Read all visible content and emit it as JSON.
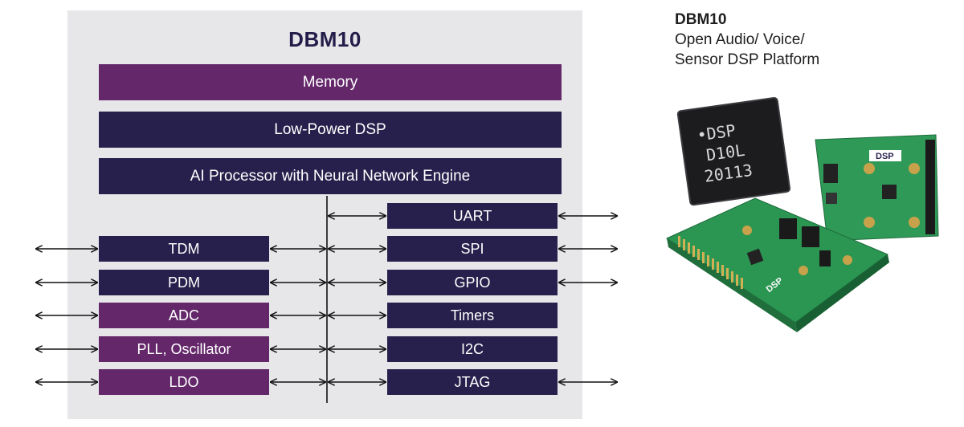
{
  "diagram": {
    "title": "DBM10",
    "stack": {
      "memory": "Memory",
      "dsp": "Low-Power DSP",
      "ai": "AI Processor with Neural Network Engine"
    },
    "left_blocks": [
      "TDM",
      "PDM",
      "ADC",
      "PLL, Oscillator",
      "LDO"
    ],
    "right_blocks": [
      "UART",
      "SPI",
      "GPIO",
      "Timers",
      "I2C",
      "JTAG"
    ]
  },
  "caption": {
    "title": "DBM10",
    "line1": "Open Audio/ Voice/",
    "line2": "Sensor DSP Platform"
  },
  "photo": {
    "chip_text": [
      "•DSP",
      "D10L",
      "20113"
    ],
    "board_logo": "DSP"
  },
  "colors": {
    "navy": "#27204c",
    "purple": "#64286a",
    "panel": "#e7e6e9",
    "board_green": "#2e9a55"
  }
}
